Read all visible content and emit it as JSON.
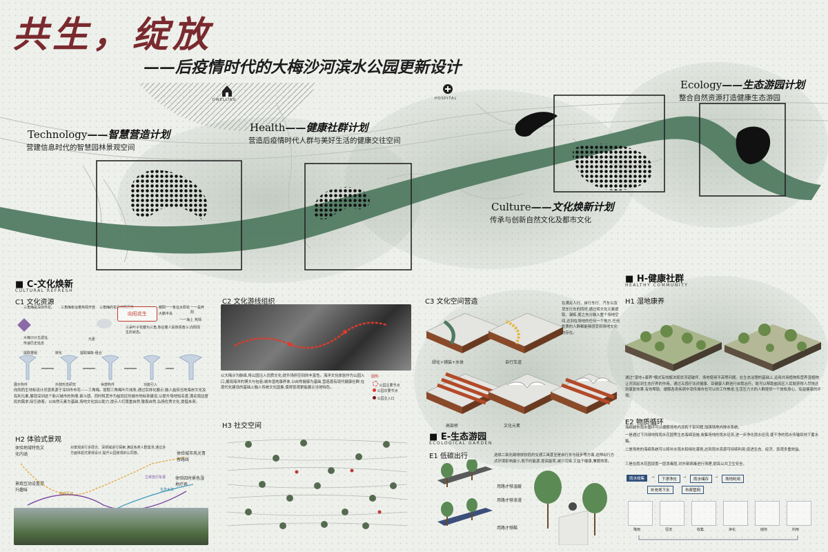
{
  "title": "共生，绽放",
  "subtitle": "——后疫情时代的大梅沙河滨水公园更新设计",
  "map_labels": {
    "dwelling": "DWELLING",
    "hospital": "HOSPITAL"
  },
  "plans": [
    {
      "en": "Technology",
      "cn": "——智慧营造计划",
      "desc": "营建信息时代的智慧园林景观空间"
    },
    {
      "en": "Health",
      "cn": "——健康社群计划",
      "desc": "营造后疫情时代人群与美好生活的健康交往空间"
    },
    {
      "en": "Culture",
      "cn": "——文化焕新计划",
      "desc": "传承与创新自然文化及都市文化"
    },
    {
      "en": "Ecology",
      "cn": "——生态游园计划",
      "desc": "整合自然资源打造健康生态游园"
    }
  ],
  "sections": {
    "c": {
      "title": "C-文化焕新",
      "en": "CULTURAL REFRESH",
      "c1": "C1  文化资源",
      "c1_tag": "向阳花生",
      "c1_notes": [
        "三角梅是深圳市花,",
        "三角梅象征着热情开放",
        "三角梅的花朵向阳而生",
        "朝阳一一象征太阳花",
        "一一是养阳",
        "大鹏半岛",
        "一一海上",
        "热情",
        "大梅沙沙丘遗址,",
        "传递历史信息",
        "元素"
      ],
      "c1_caption": "三朵叶子花瓣为三角,象征着人民热情奋斗,向阳而生的状态。",
      "c1_steps": [
        "提取重组",
        "转化",
        "提取抽象·组合"
      ],
      "c1_icons": [
        "展示构件",
        "外部形态研究",
        "休憩构件",
        "功能引入"
      ],
      "c1_para": "向阳而生地标设计灵感来源于深圳市市花——三角梅。提取三角梅叶片线条,通过实体化展示,融入盐田当地海岸文化及有利元素,展现深圳这个新兴城市的热情,奋斗感。同时将其作为盐田区的城市地标来建设,以提升场地知名度,满足周边居民的需求,吸引游客。以自然元素为基础,场地文化加以助力,提示人们尊重自然,敬畏自然,弘扬优秀文化,提倡未来。",
      "c2": "C2  文化游线组织",
      "c2_para": "以大梅沙为脉络,将公园注入优质文化,提升场所空间的丰富性。海洋文化体验作为公园入口,展现海洋的博大与包容;城市湿地康养体,以自然健康为基础,营造喜有现代健康社群;在现代化建设的基础上融入传统文化因素,使得景观更能展示当地特色。",
      "c2_legend_title": "图例:",
      "c2_legend": [
        "公园主要节点",
        "公园次要节点",
        "公园主入口"
      ],
      "c3": "C3  文化空间营造",
      "c3_para": "在满足人行、自行车行、汽车以及货车行车的同时,通过将文化元素提取、凝练,使之充分融入整个场地空间,达到在场地的任何一个地方,任何性质的人群都能够感受到场地文化的存在。",
      "c3_labels": [
        "绿化+铺装+水体",
        "自行车道",
        "高架桥",
        "文化元素"
      ]
    },
    "h": {
      "title": "H-健康社群",
      "en": "HEALTHY COMMUNITY",
      "h1": "H1  湿地康养",
      "h1_para": "通过\"湿地+康养\"模式有效解决现状河道破坏、场地使用不高等问题。在生态治理的基础上,运用共用植物和营养湿植物让河流起到生态疗养的作用。通过五感疗法对健康、亚健康人群进行自我治疗。既可以帮助盐田区人民既获得人尽快达到康复效果,有效帮助、缓解各类疾病中流传城市也可以欣工作焦虑,生活压力大的人群提供一个放松身心、有益健康的环境。",
      "h2": "H2  体验式景观",
      "h2_labels": [
        "体验地域特色文化内涵",
        "景观互动设置提升趣味",
        "体验城市风光青春路线",
        "体验四时景色湿地疗养"
      ],
      "h2_para": "对景观进行多层次、深领域进行探索,满足各类人群需求,通过多方面体验式景观设计,提升公园景观的认同感。",
      "h2_curves": [
        "景观互动",
        "立体自行车道",
        "生态水文"
      ],
      "h3": "H3  社交空间"
    },
    "e": {
      "title": "E-生态游园",
      "en": "ECOLOGICAL GARDEN",
      "e1": "E1  低碳出行",
      "e1_para": "选择二氧化碳排放较低的交通工具甚至是自行车与徒步等方面,这种出行方式环境影响最小,既节约能源,提高能率,减少污染,又益于健康,兼顾效率。",
      "e1_labels": [
        "用路才够温暖",
        "用路才够浪漫",
        "用路才够酷"
      ],
      "e2": "E2  物质循环",
      "e2_para": [
        "海绵城市雨水循环可以缓解场地内涝和干旱问题,加强场地内排水系统。",
        "一是通过下凹绿地和雨水花园等生态海绵设施,收集场地的雨水径流,进一步净化雨水径流,使干净的雨水传输到地下蓄水箱。",
        "二是场地的海绵系统可以将补水雨水和绿化灌溉,达到雨水资源可持续利用,促进生态、经济、景观多重效益。",
        "三是在雨水花园设置一层消毒层,对外部病毒进行清理,提高公共卫生安全。"
      ],
      "e2_flow": [
        "雨水收集",
        "下渗净化",
        "雨水储存",
        "场地利用",
        "补充地下水",
        "市政管网"
      ],
      "e2_cycle": [
        "降雨",
        "径流",
        "收集",
        "净化",
        "储存",
        "利用"
      ]
    }
  },
  "colors": {
    "river": "#4f7a60",
    "title_red": "#7a2a2e",
    "accent_red": "#c0392b"
  }
}
